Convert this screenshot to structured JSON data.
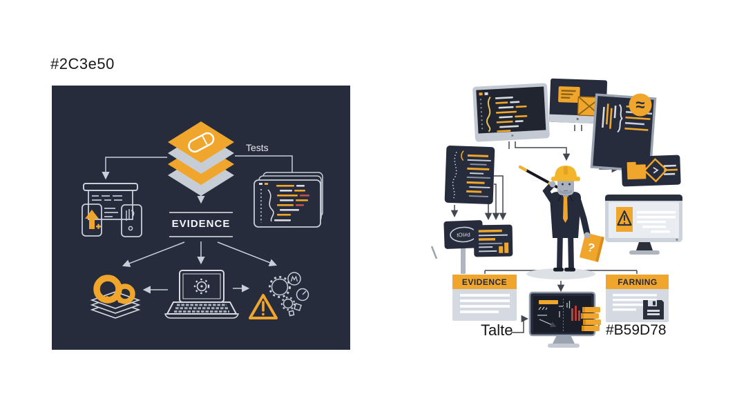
{
  "colors": {
    "panel_bg": "#272C3C",
    "accent_orange": "#F0A62D",
    "helmet_yellow": "#F2B52B",
    "layer_gray": "#C7CDD5",
    "line_light": "#C9CFD8",
    "line_dark": "#41464F",
    "card_body": "#D5DAE2",
    "alert_red": "#C0392B"
  },
  "left_panel": {
    "hex_label": "#2C3e50",
    "tests_label": "Tests",
    "evidence_label": "EVIDENCE"
  },
  "right_panel": {
    "stamp_text": "tOI#d",
    "question_mark": "?",
    "approx_symbol": "≈",
    "evidence_card": {
      "title": "EVIDENCE"
    },
    "warning_card": {
      "title": "FARNING"
    },
    "caption_left": "Talte",
    "caption_right": "#B59D78"
  }
}
